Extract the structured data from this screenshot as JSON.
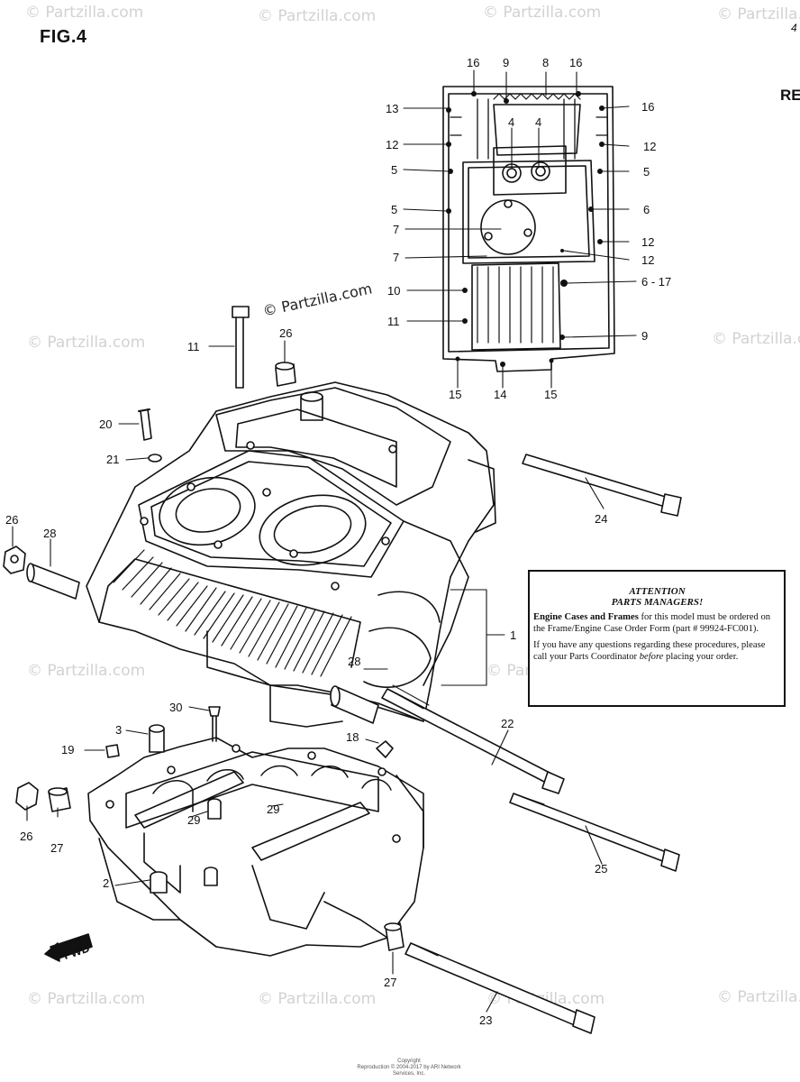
{
  "figure_label": "FIG.4",
  "edge_fragments": {
    "right_label": "RE",
    "top_mark": "4"
  },
  "watermark_text": "© Partzilla.com",
  "inline_watermark": "© Partzilla.com",
  "callouts": [
    {
      "id": "c1",
      "text": "16"
    },
    {
      "id": "c2",
      "text": "9"
    },
    {
      "id": "c3",
      "text": "8"
    },
    {
      "id": "c4",
      "text": "16"
    },
    {
      "id": "c5",
      "text": "13"
    },
    {
      "id": "c6",
      "text": "16"
    },
    {
      "id": "c7",
      "text": "4"
    },
    {
      "id": "c8",
      "text": "4"
    },
    {
      "id": "c9",
      "text": "12"
    },
    {
      "id": "c10",
      "text": "12"
    },
    {
      "id": "c11",
      "text": "5"
    },
    {
      "id": "c12",
      "text": "5"
    },
    {
      "id": "c13",
      "text": "5"
    },
    {
      "id": "c14",
      "text": "6"
    },
    {
      "id": "c15",
      "text": "7"
    },
    {
      "id": "c16",
      "text": "12"
    },
    {
      "id": "c17",
      "text": "7"
    },
    {
      "id": "c18",
      "text": "12"
    },
    {
      "id": "c19",
      "text": "10"
    },
    {
      "id": "c20",
      "text": "6 - 17"
    },
    {
      "id": "c21",
      "text": "11"
    },
    {
      "id": "c22",
      "text": "9"
    },
    {
      "id": "c23",
      "text": "15"
    },
    {
      "id": "c24",
      "text": "14"
    },
    {
      "id": "c25",
      "text": "15"
    },
    {
      "id": "c26",
      "text": "11"
    },
    {
      "id": "c27",
      "text": "26"
    },
    {
      "id": "c28",
      "text": "20"
    },
    {
      "id": "c29",
      "text": "21"
    },
    {
      "id": "c30",
      "text": "24"
    },
    {
      "id": "c31",
      "text": "26"
    },
    {
      "id": "c32",
      "text": "28"
    },
    {
      "id": "c33",
      "text": "1"
    },
    {
      "id": "c34",
      "text": "28"
    },
    {
      "id": "c35",
      "text": "30"
    },
    {
      "id": "c36",
      "text": "3"
    },
    {
      "id": "c37",
      "text": "19"
    },
    {
      "id": "c38",
      "text": "18"
    },
    {
      "id": "c39",
      "text": "22"
    },
    {
      "id": "c40",
      "text": "29"
    },
    {
      "id": "c41",
      "text": "29"
    },
    {
      "id": "c42",
      "text": "26"
    },
    {
      "id": "c43",
      "text": "27"
    },
    {
      "id": "c44",
      "text": "25"
    },
    {
      "id": "c45",
      "text": "2"
    },
    {
      "id": "c46",
      "text": "27"
    },
    {
      "id": "c47",
      "text": "23"
    },
    {
      "id": "c48",
      "text": "FWD"
    }
  ],
  "notice": {
    "heading_line1": "ATTENTION",
    "heading_line2": "PARTS MANAGERS!",
    "para1_bold": "Engine Cases and Frames",
    "para1_rest": "for this model must be ordered on the Frame/Engine Case Order Form (part # 99924-FC001).",
    "para2_pre": "If you have any questions regarding these procedures, please call your Parts Coordinator",
    "para2_em": "before",
    "para2_post": "placing your order."
  },
  "footer_line1": "Copyright",
  "footer_line2": "Reproduction © 2004-2017 by ARI Network Services, Inc."
}
